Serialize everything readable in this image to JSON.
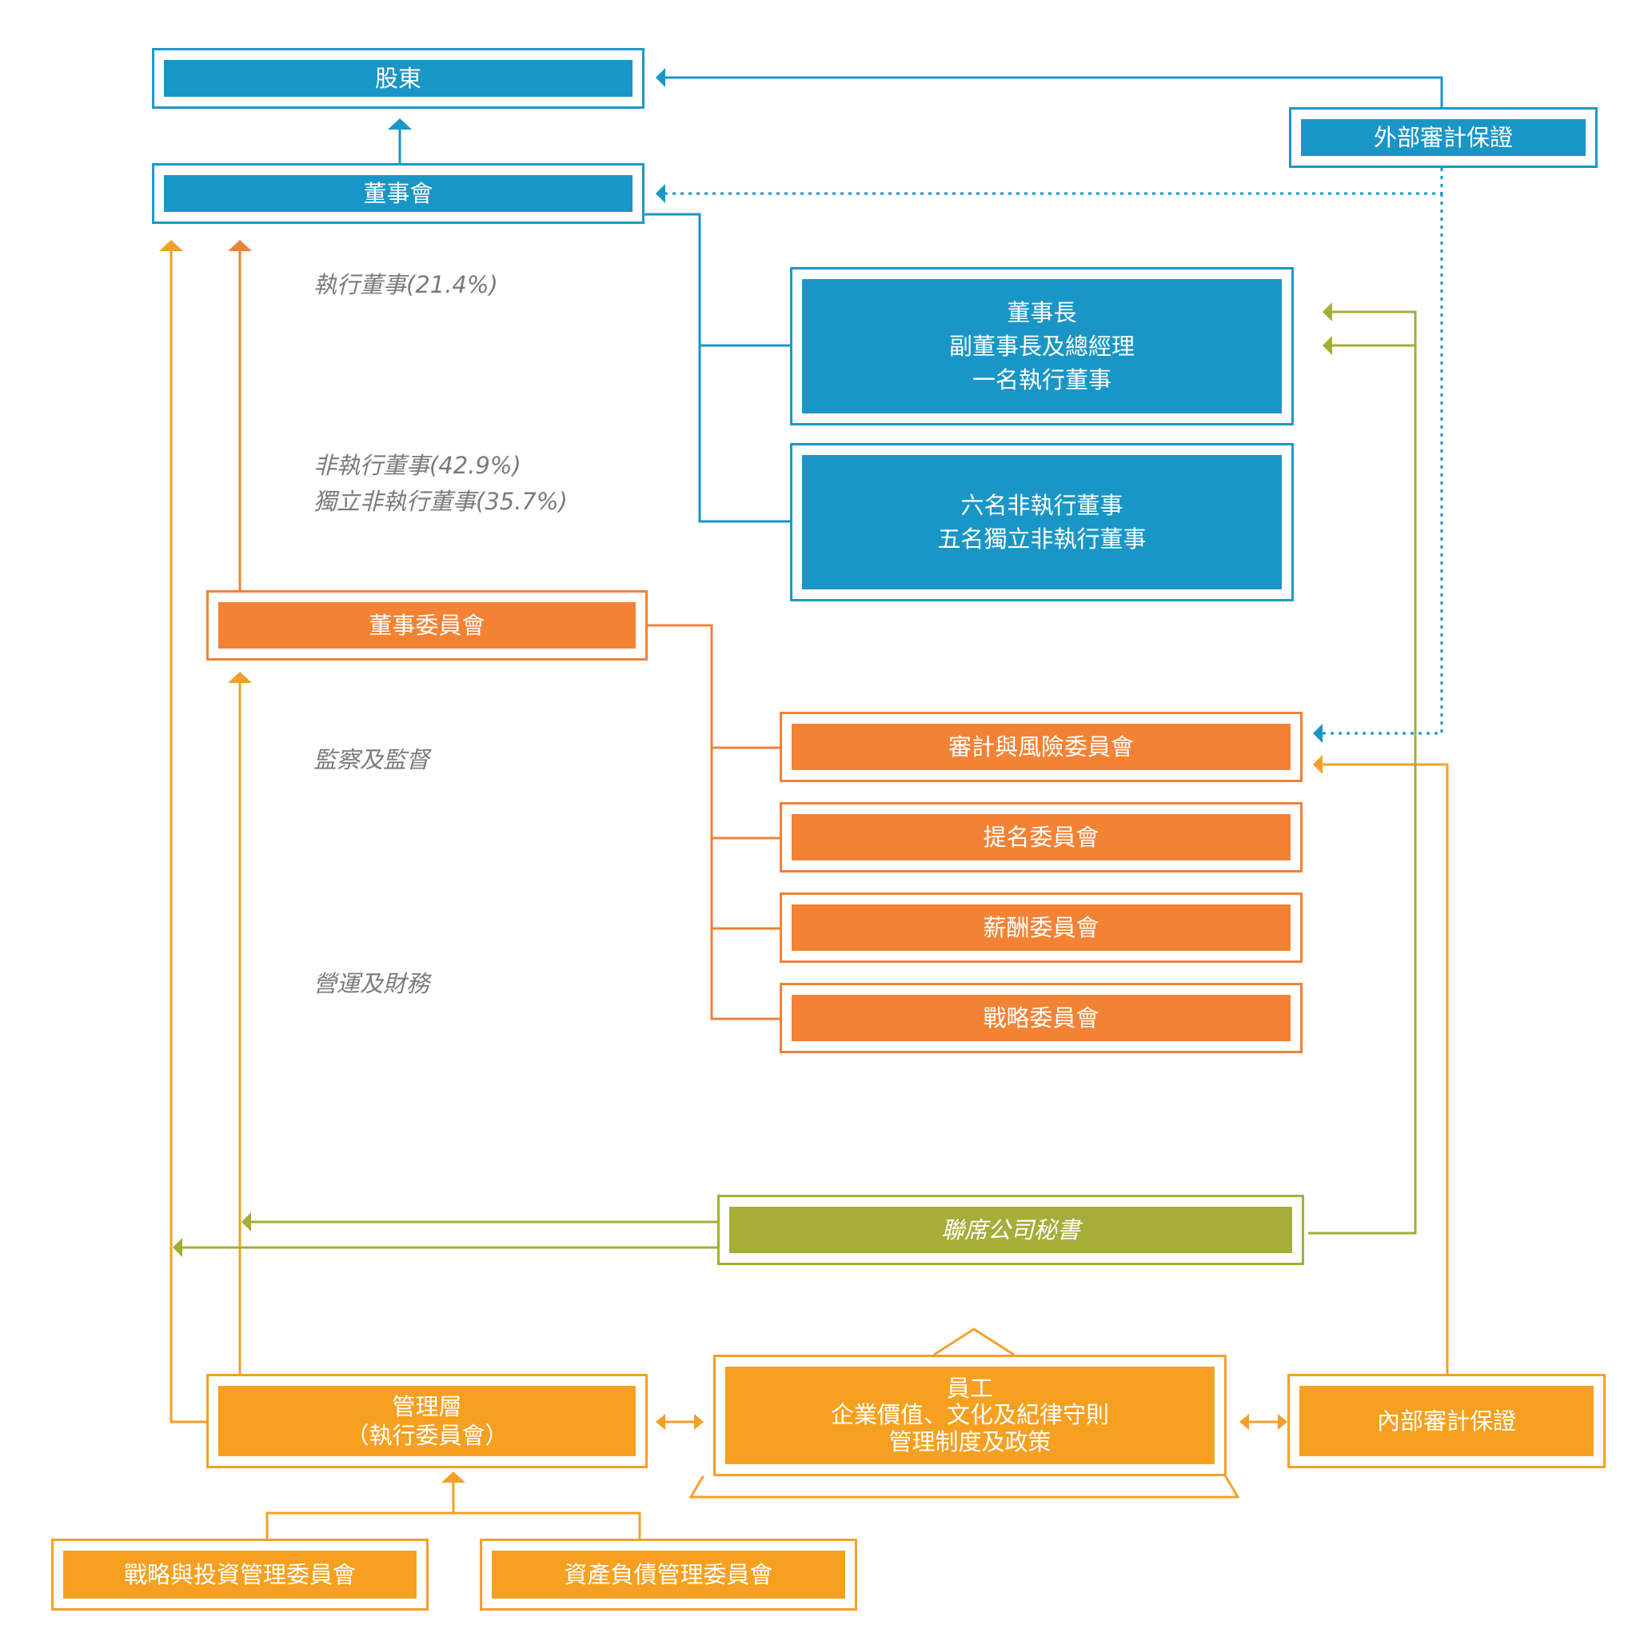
{
  "colors": {
    "board_blue": "#1a96c6",
    "committee_orange": "#f38235",
    "management_amber": "#f6a021",
    "secretary_olive": "#a6ad38",
    "note_grey": "#7a7a7a"
  },
  "nodes": {
    "shareholders": "股東",
    "board": "董事會",
    "external_audit": "外部審計保證",
    "executive_directors": "董事長\n副董事長及總經理\n一名執行董事",
    "non_executive_directors": "六名非執行董事\n五名獨立非執行董事",
    "board_committees": "董事委員會",
    "audit_risk_committee": "審計與風險委員會",
    "nomination_committee": "提名委員會",
    "remuneration_committee": "薪酬委員會",
    "strategy_committee": "戰略委員會",
    "joint_company_secretary": "聯席公司秘書",
    "management": "管理層\n（執行委員會）",
    "employees": "員工\n企業價值、文化及紀律守則\n管理制度及政策",
    "internal_audit": "內部審計保證",
    "strategy_investment_committee": "戰略與投資管理委員會",
    "asset_liability_committee": "資產負債管理委員會"
  },
  "notes": {
    "executive_ratio": "執行董事(21.4%)",
    "non_executive_ratio": "非執行董事(42.9%)\n獨立非執行董事(35.7%)",
    "supervision": "監察及監督",
    "operations_finance": "營運及財務"
  }
}
